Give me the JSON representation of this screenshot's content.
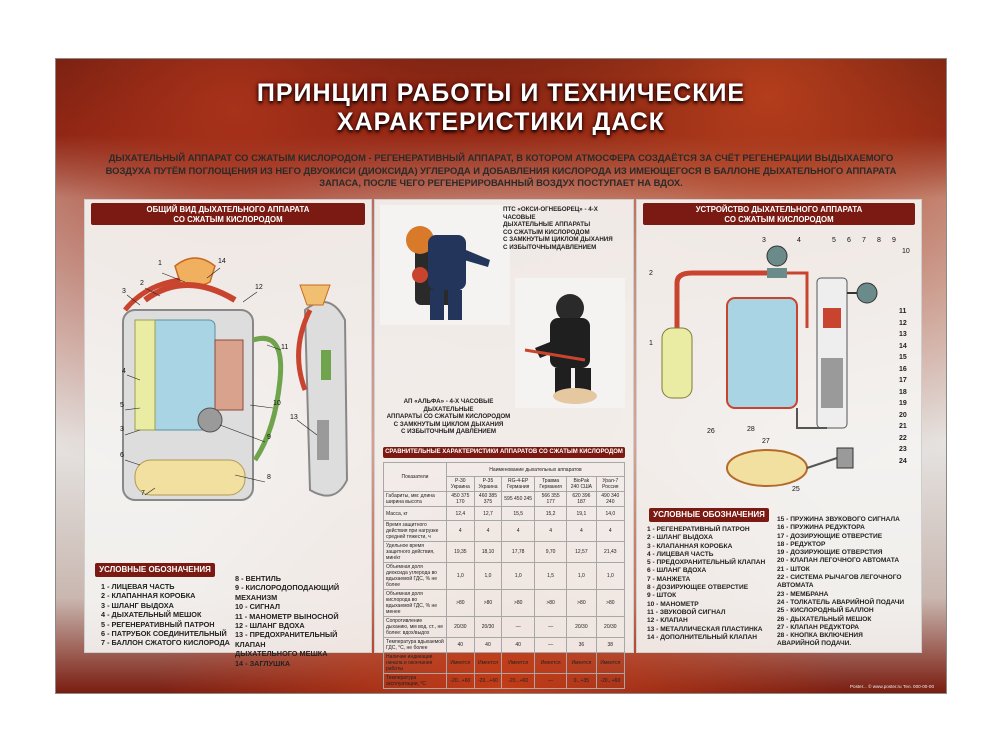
{
  "title_line1": "ПРИНЦИП РАБОТЫ И ТЕХНИЧЕСКИЕ",
  "title_line2": "ХАРАКТЕРИСТИКИ ДАСК",
  "intro": "ДЫХАТЕЛЬНЫЙ АППАРАТ СО СЖАТЫМ КИСЛОРОДОМ - РЕГЕНЕРАТИВНЫЙ АППАРАТ, В КОТОРОМ АТМОСФЕРА СОЗДАЁТСЯ ЗА СЧЁТ РЕГЕНЕРАЦИИ ВЫДЫХАЕМОГО ВОЗДУХА ПУТЁМ ПОГЛОЩЕНИЯ ИЗ НЕГО ДВУОКИСИ (ДИОКСИДА) УГЛЕРОДА И ДОБАВЛЕНИЯ КИСЛОРОДА ИЗ ИМЕЮЩЕГОСЯ В БАЛЛОНЕ ДЫХАТЕЛЬНОГО АППАРАТА ЗАПАСА, ПОСЛЕ ЧЕГО РЕГЕНЕРИРОВАННЫЙ ВОЗДУХ ПОСТУПАЕТ НА ВДОХ.",
  "left_panel": {
    "heading": "ОБЩИЙ ВИД ДЫХАТЕЛЬНОГО АППАРАТА\nСО СЖАТЫМ КИСЛОРОДОМ",
    "labels": [
      "1",
      "14",
      "2",
      "3",
      "12",
      "11",
      "4",
      "5",
      "10",
      "3",
      "9",
      "6",
      "8",
      "7",
      "13"
    ],
    "legend_title": "УСЛОВНЫЕ ОБОЗНАЧЕНИЯ",
    "legend_col1": "1 - ЛИЦЕВАЯ ЧАСТЬ\n2 - КЛАПАННАЯ КОРОБКА\n3 - ШЛАНГ ВЫДОХА\n4 - ДЫХАТЕЛЬНЫЙ МЕШОК\n5 - РЕГЕНЕРАТИВНЫЙ ПАТРОН\n6 - ПАТРУБОК СОЕДИНИТЕЛЬНЫЙ\n7 - БАЛЛОН СЖАТОГО КИСЛОРОДА",
    "legend_col2": "8 - ВЕНТИЛЬ\n9 - КИСЛОРОДОПОДАЮЩИЙ\n     МЕХАНИЗМ\n10 - СИГНАЛ\n11 - МАНОМЕТР ВЫНОСНОЙ\n12 - ШЛАНГ ВДОХА\n13 - ПРЕДОХРАНИТЕЛЬНЫЙ КЛАПАН\n     ДЫХАТЕЛЬНОГО МЕШКА\n14 - ЗАГЛУШКА"
  },
  "center_panel": {
    "caption1": "ПТС «ОКСИ-ОГНЕБОРЕЦ» - 4-Х ЧАСОВЫЕ\nДЫХАТЕЛЬНЫЕ АППАРАТЫ\nСО СЖАТЫМ КИСЛОРОДОМ\nС ЗАМКНУТЫМ ЦИКЛОМ ДЫХАНИЯ\nС ИЗБЫТОЧНЫМДАВЛЕНИЕМ",
    "caption2": "АП «АЛЬФА» - 4-Х ЧАСОВЫЕ ДЫХАТЕЛЬНЫЕ\nАППАРАТЫ СО СЖАТЫМ КИСЛОРОДОМ\nС ЗАМКНУТЫМ ЦИКЛОМ ДЫХАНИЯ\nС ИЗБЫТОЧНЫМ ДАВЛЕНИЕМ",
    "table_heading": "СРАВНИТЕЛЬНЫЕ ХАРАКТЕРИСТИКИ АППАРАТОВ СО СЖАТЫМ КИСЛОРОДОМ",
    "table_group": "Наименование дыхательных аппаратов",
    "table_param_header": "Показатели",
    "table_columns": [
      "Р-30 Украина",
      "Р-35 Украина",
      "RG-4-ЕР Германия",
      "Травма Германия",
      "BioPak 240 США",
      "Урал-7 Россия"
    ],
    "table_rows": [
      {
        "label": "Габариты, мм: длина ширина высота",
        "values": [
          "450 375 170",
          "460 385 375",
          "595 450 245",
          "566 355 177",
          "620 396 187",
          "490 340 240"
        ]
      },
      {
        "label": "Масса, кг",
        "values": [
          "12,4",
          "12,7",
          "15,5",
          "15,2",
          "19,1",
          "14,0"
        ]
      },
      {
        "label": "Время защитного действия при нагрузке средней тяжести, ч",
        "values": [
          "4",
          "4",
          "4",
          "4",
          "4",
          "4"
        ]
      },
      {
        "label": "Удельное время защитного действия, мин/кг",
        "values": [
          "19,35",
          "18,10",
          "17,78",
          "9,70",
          "12,57",
          "21,43"
        ]
      },
      {
        "label": "Объемная доля диоксида углерода во вдыхаемой ГДС, % не более",
        "values": [
          "1,0",
          "1,0",
          "1,0",
          "1,5",
          "1,0",
          "1,0"
        ]
      },
      {
        "label": "Объемная доля кислорода во вдыхаемой ГДС, % не менее",
        "values": [
          ">80",
          ">80",
          ">80",
          ">80",
          ">80",
          ">80"
        ]
      },
      {
        "label": "Сопротивление дыханию, мм вод. ст., не более: вдох/выдох",
        "values": [
          "20/30",
          "20/30",
          "—",
          "—",
          "20/30",
          "20/30"
        ]
      },
      {
        "label": "Температура вдыхаемой ГДС, °С, не более",
        "values": [
          "40",
          "40",
          "40",
          "—",
          "36",
          "38"
        ]
      },
      {
        "label": "Наличие индикации начала и окончания работы",
        "values": [
          "Имеется",
          "Имеется",
          "Имеется",
          "Имеется",
          "Имеется",
          "Имеется"
        ]
      },
      {
        "label": "Температура эксплуатации, °С",
        "values": [
          "-20...+60",
          "-20...+60",
          "-20...+60",
          "—",
          "0...+35",
          "-20...+60"
        ]
      }
    ]
  },
  "right_panel": {
    "heading": "УСТРОЙСТВО ДЫХАТЕЛЬНОГО АППАРАТА\nСО СЖАТЫМ КИСЛОРОДОМ",
    "labels_top": [
      "3",
      "4",
      "5",
      "6",
      "7",
      "8",
      "9",
      "10"
    ],
    "labels_side": [
      "2",
      "1",
      "26",
      "28",
      "27",
      "25",
      "11",
      "12",
      "13",
      "14",
      "15",
      "16",
      "17",
      "18",
      "19",
      "20",
      "21",
      "22",
      "23",
      "24"
    ],
    "legend_title": "УСЛОВНЫЕ ОБОЗНАЧЕНИЯ",
    "legend_col1": "1 - РЕГЕНЕРАТИВНЫЙ ПАТРОН\n2 - ШЛАНГ ВЫДОХА\n3 - КЛАПАННАЯ КОРОБКА\n4 - ЛИЦЕВАЯ ЧАСТЬ\n5 - ПРЕДОХРАНИТЕЛЬНЫЙ КЛАПАН\n6 - ШЛАНГ ВДОХА\n7 - МАНЖЕТА\n8 - ДОЗИРУЮЩЕЕ ОТВЕРСТИЕ\n9 - ШТОК\n10 - МАНОМЕТР\n11 - ЗВУКОВОЙ СИГНАЛ\n12 - КЛАПАН\n13 - МЕТАЛЛИЧЕСКАЯ ПЛАСТИНКА\n14 - ДОПОЛНИТЕЛЬНЫЙ КЛАПАН",
    "legend_col2": "15 - ПРУЖИНА ЗВУКОВОГО СИГНАЛА\n16 - ПРУЖИНА РЕДУКТОРА\n17 - ДОЗИРУЮЩИЕ ОТВЕРСТИЕ\n18 - РЕДУКТОР\n19 - ДОЗИРУЮЩИЕ ОТВЕРСТИЯ\n20 - КЛАПАН ЛЕГОЧНОГО АВТОМАТА\n21 - ШТОК\n22 - СИСТЕМА РЫЧАГОВ ЛЕГОЧНОГО\n     АВТОМАТА\n23 - МЕМБРАНА\n24 - ТОЛКАТЕЛЬ АВАРИЙНОЙ ПОДАЧИ\n25 - КИСЛОРОДНЫЙ БАЛЛОН\n26 - ДЫХАТЕЛЬНЫЙ МЕШОК\n27 - КЛАПАН РЕДУКТОРА\n28 - КНОПКА ВКЛЮЧЕНИЯ\n     АВАРИЙНОЙ ПОДАЧИ."
  },
  "footer": "Poster... © www.poster.ru  Тел. 000-00-00",
  "colors": {
    "ribbon": "#7a1a12",
    "title": "#ffffff",
    "tank": "#f1e0a0",
    "bag": "#a9d4e4",
    "regen": "#e9eca2",
    "hose": "#c9442f"
  }
}
